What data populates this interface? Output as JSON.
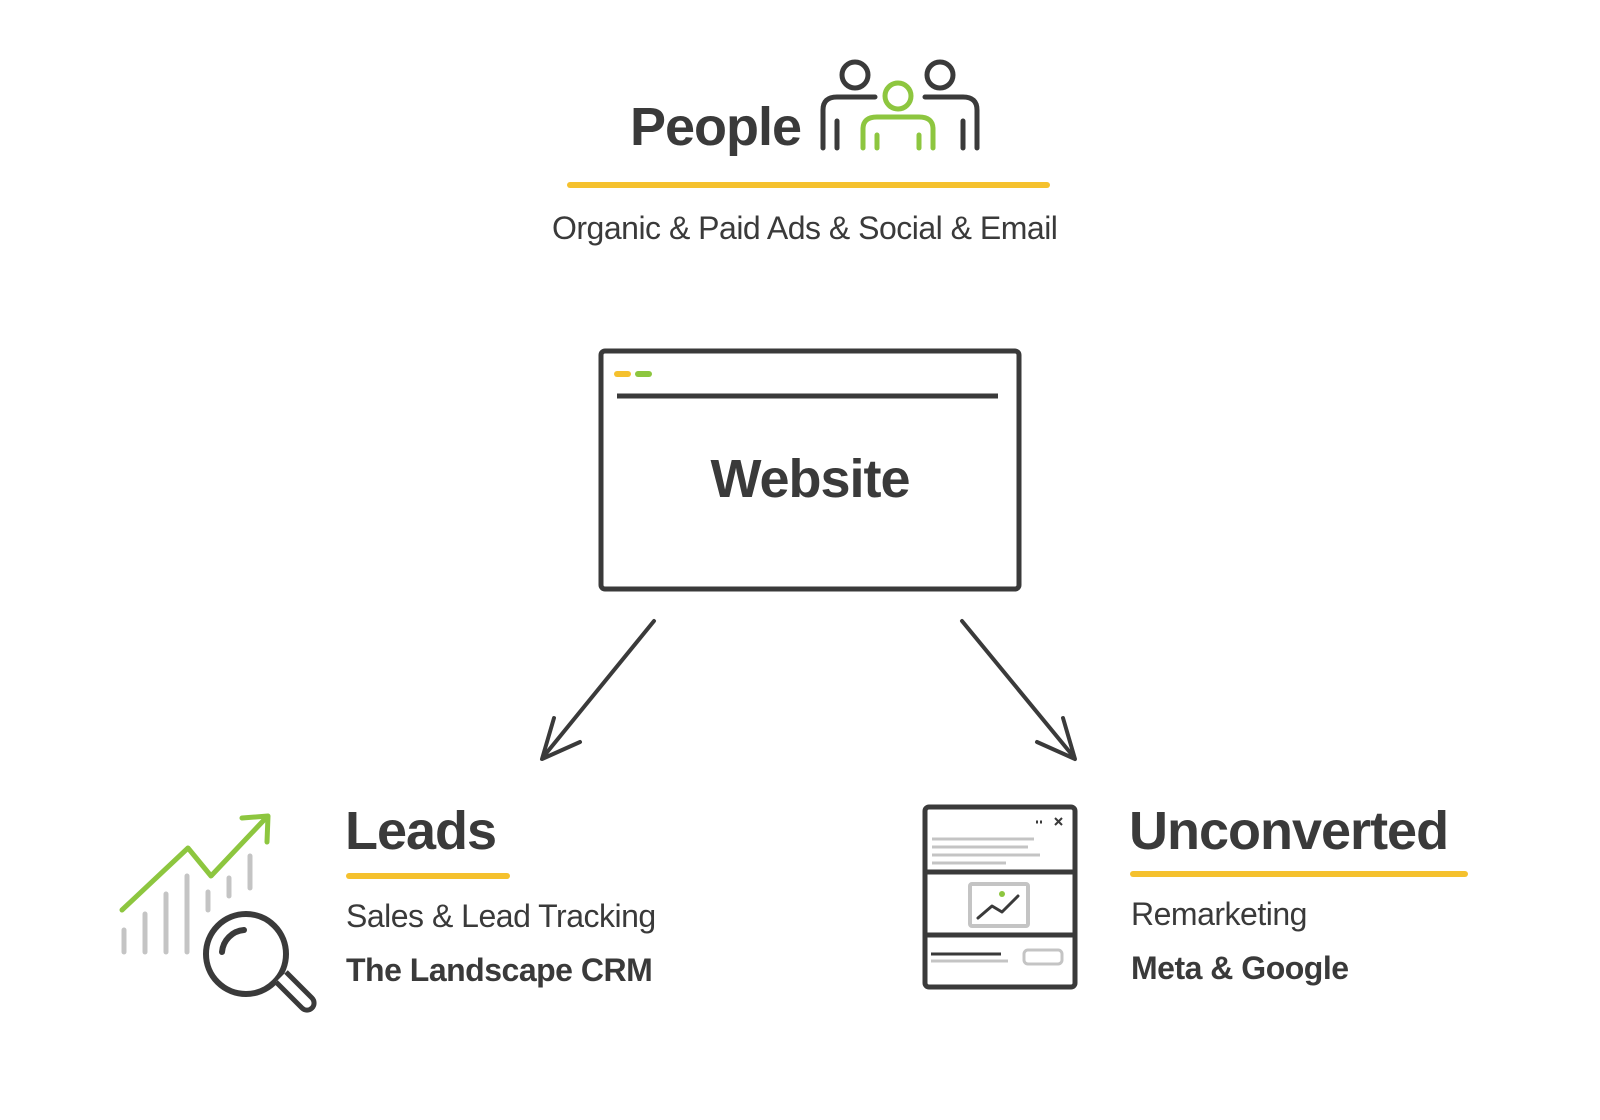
{
  "colors": {
    "accent_yellow": "#f5c12e",
    "accent_green": "#8dc63f",
    "stroke": "#3a3a3a",
    "muted": "#c4c4c4"
  },
  "people": {
    "title": "People",
    "subtitle": "Organic & Paid Ads & Social & Email",
    "icon": "people-group-icon"
  },
  "website": {
    "title": "Website",
    "icon": "browser-window-icon"
  },
  "leads": {
    "title": "Leads",
    "line1": "Sales & Lead Tracking",
    "line2": "The Landscape CRM",
    "icon": "growth-chart-magnifier-icon"
  },
  "unconverted": {
    "title": "Unconverted",
    "line1": "Remarketing",
    "line2": "Meta & Google",
    "icon": "web-ad-page-icon"
  },
  "arrows": [
    "arrow-to-leads",
    "arrow-to-unconverted"
  ]
}
